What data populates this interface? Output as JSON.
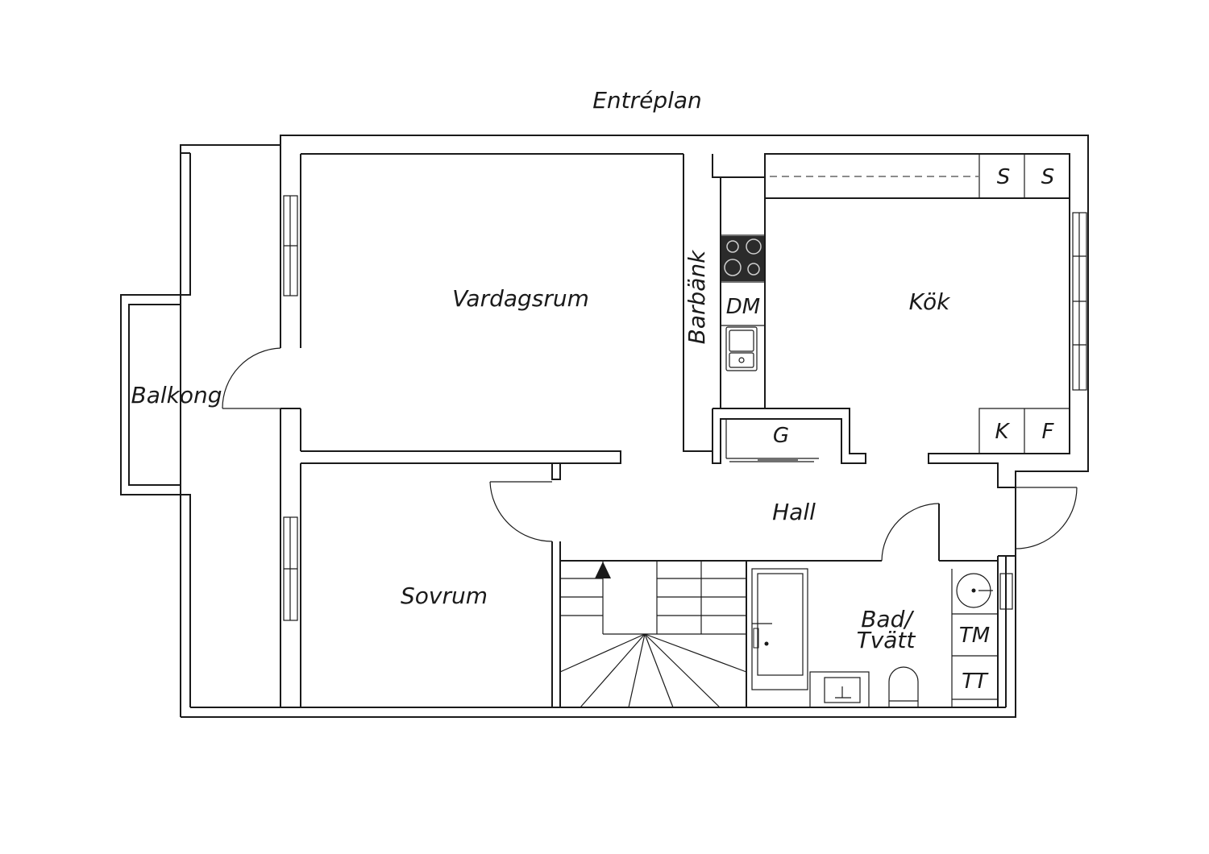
{
  "plan": {
    "title": "Entréplan",
    "rooms": {
      "vardagsrum": "Vardagsrum",
      "kok": "Kök",
      "balkong": "Balkong",
      "sovrum": "Sovrum",
      "hall": "Hall",
      "bad_line1": "Bad/",
      "bad_line2": "Tvätt",
      "barbank": "Barbänk"
    },
    "fixtures": {
      "s1": "S",
      "s2": "S",
      "dm": "DM",
      "g": "G",
      "k": "K",
      "f": "F",
      "tm": "TM",
      "tt": "TT"
    },
    "icons": [
      "stove-icon",
      "sink-icon",
      "stair-arrow-icon",
      "toilet-icon",
      "basin-icon",
      "shower-icon"
    ]
  }
}
